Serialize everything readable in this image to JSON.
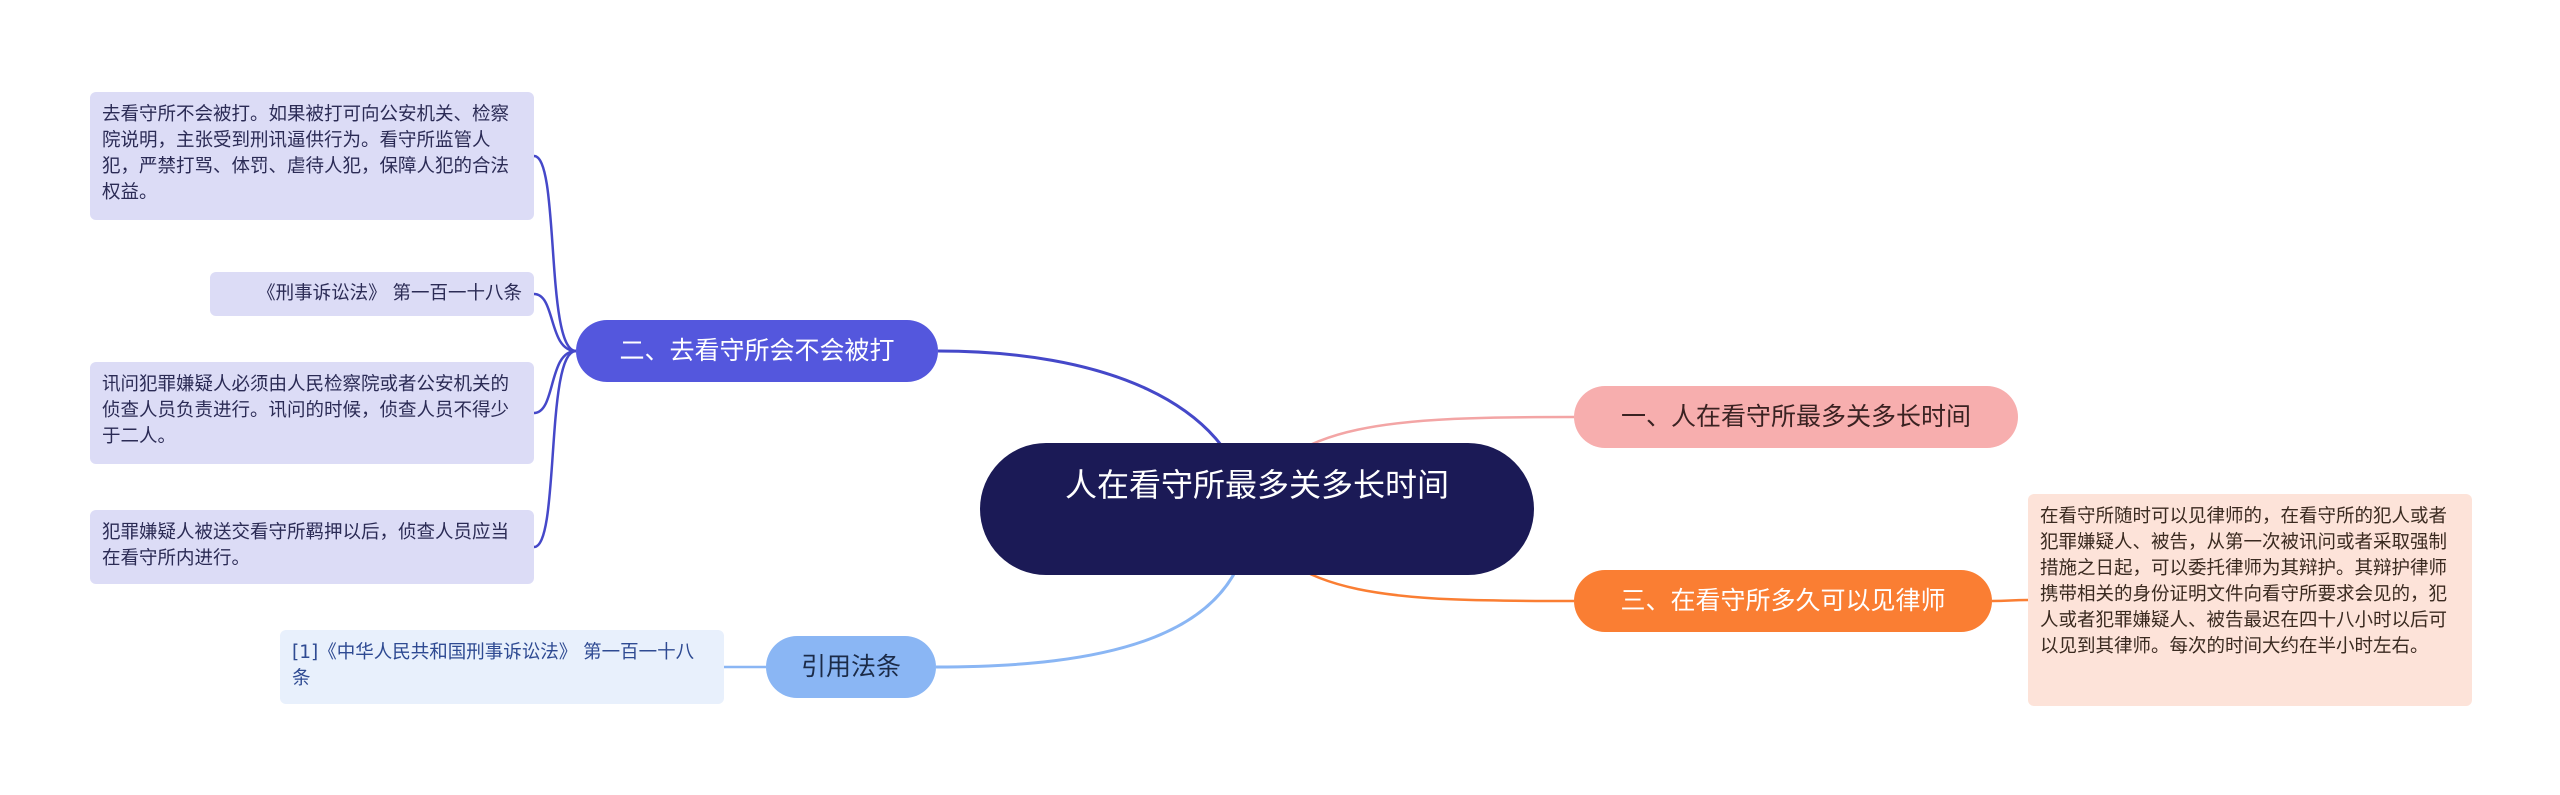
{
  "center": {
    "title": "人在看守所最多关多长时间"
  },
  "branches": {
    "left_main": {
      "label": "二、去看守所会不会被打"
    },
    "right_one": {
      "label": "一、人在看守所最多关多长时间"
    },
    "right_three": {
      "label": "三、在看守所多久可以见律师"
    },
    "references": {
      "label": "引用法条"
    }
  },
  "leaves": {
    "beaten_answer": "去看守所不会被打。如果被打可向公安机关、检察院说明，主张受到刑讯逼供行为。看守所监管人犯，严禁打骂、体罚、虐待人犯，保障人犯的合法权益。",
    "law_article": "《刑事诉讼法》 第一百一十八条",
    "interrogation_rule": "讯问犯罪嫌疑人必须由人民检察院或者公安机关的侦查人员负责进行。讯问的时候，侦查人员不得少于二人。",
    "custody_interrogation": "犯罪嫌疑人被送交看守所羁押以后，侦查人员应当在看守所内进行。",
    "reference_item": "[1]《中华人民共和国刑事诉讼法》 第一百一十八条",
    "lawyer_visit": "在看守所随时可以见律师的，在看守所的犯人或者犯罪嫌疑人、被告，从第一次被讯问或者采取强制措施之日起，可以委托律师为其辩护。其辩护律师携带相关的身份证明文件向看守所要求会见的，犯人或者犯罪嫌疑人、被告最迟在四十八小时以后可以见到其律师。每次的时间大约在半小时左右。"
  },
  "colors": {
    "center": "#1b1a56",
    "left_branch": "#5457dd",
    "right_one": "#f7aeae",
    "right_three": "#fa7e33",
    "references": "#8ab6f4"
  }
}
